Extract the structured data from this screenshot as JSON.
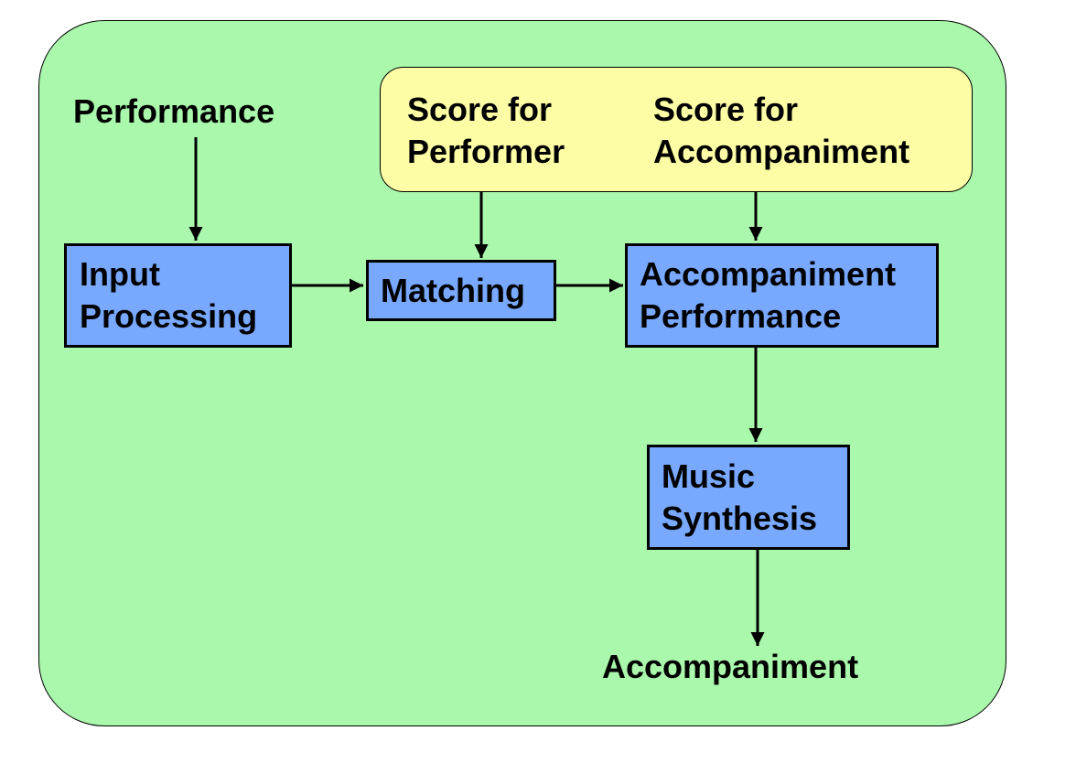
{
  "colors": {
    "panel": "#aaf8ac",
    "score_box": "#fdfda6",
    "process_box": "#78a9ff",
    "line": "#000000"
  },
  "labels": {
    "performance": "Performance",
    "score_performer": "Score for\nPerformer",
    "score_accompaniment": "Score for\nAccompaniment",
    "accompaniment_output": "Accompaniment"
  },
  "boxes": {
    "input_processing": "Input\nProcessing",
    "matching": "Matching",
    "accompaniment_performance": "Accompaniment\nPerformance",
    "music_synthesis": "Music\nSynthesis"
  }
}
